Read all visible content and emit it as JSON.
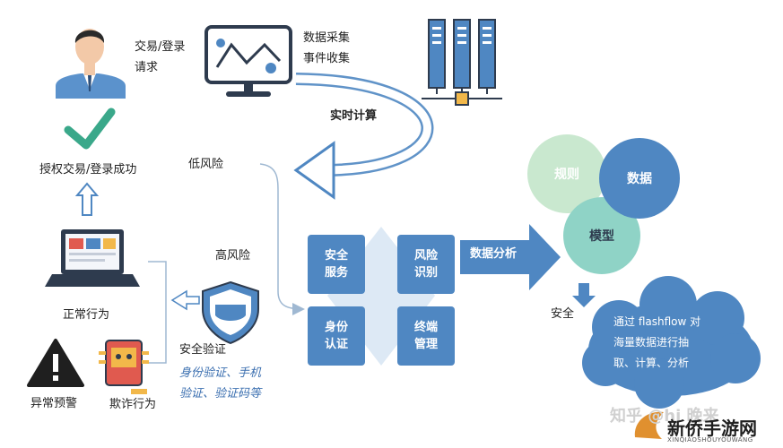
{
  "labels": {
    "request": "交易/登录\n请求",
    "collect": "数据采集\n事件收集",
    "realtime": "实时计算",
    "authorized": "授权交易/登录成功",
    "low_risk": "低风险",
    "high_risk": "高风险",
    "normal": "正常行为",
    "abnormal": "异常预警",
    "fraud": "欺诈行为",
    "security_verify": "安全验证",
    "verify_methods": "身份验证、手机\n验证、验证码等",
    "data_analysis": "数据分析",
    "safe": "安全",
    "cloud_text": "通过 flashflow 对\n海量数据进行抽\n取、计算、分析"
  },
  "boxes": {
    "security_service": "安全\n服务",
    "risk_identify": "风险\n识别",
    "identity_auth": "身份\n认证",
    "terminal_manage": "终端\n管理"
  },
  "circles": {
    "rules": "规则",
    "data": "数据",
    "model": "模型"
  },
  "watermark": {
    "zhihu": "知乎 @hi 晚来",
    "brand": "新侨手游网",
    "brand_sub": "XINQIAOSHOUYOUWANG"
  },
  "colors": {
    "accent_blue": "#4f87c2",
    "check_green": "#3aa88a",
    "circle_green": "#c9e8cf",
    "circle_teal": "#8fd3c6"
  }
}
